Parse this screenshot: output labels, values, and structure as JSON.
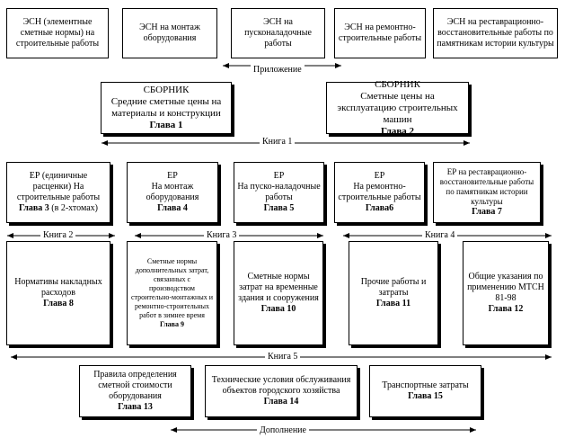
{
  "row1": [
    {
      "text": "ЭСН (элементные сметные нормы) на строительные работы"
    },
    {
      "text": "ЭСН на монтаж оборудования"
    },
    {
      "text": "ЭСН на пусконаладочные работы"
    },
    {
      "text": "ЭСН на ремонтно-строительные работы"
    },
    {
      "text": "ЭСН на реставрационно-восстановительные работы по памятникам истории культуры"
    }
  ],
  "labels": {
    "appendix": "Приложение",
    "book1": "Книга 1",
    "book2": "Книга 2",
    "book3": "Книга 3",
    "book4": "Книга 4",
    "book5": "Книга 5",
    "supplement": "Дополнение"
  },
  "row2": [
    {
      "title": "СБОРНИК",
      "text": "Средние сметные цены на материалы и конструкции",
      "chapter": "Глава 1"
    },
    {
      "title": "СБОРНИК",
      "text": "Сметные цены на эксплуатацию строительных машин",
      "chapter": "Глава 2"
    }
  ],
  "row3": [
    {
      "text": "ЕР (единичные расценки) На строительные работы",
      "chapter": "Глава 3",
      "extra": " (в 2-хтомах)"
    },
    {
      "title": "ЕР",
      "text": "На монтаж оборудования",
      "chapter": "Глава 4"
    },
    {
      "title": "ЕР",
      "text": "На пуско-наладочные работы",
      "chapter": "Глава 5"
    },
    {
      "title": "ЕР",
      "text": "На ремонтно-строительные работы",
      "chapter": "Глава6"
    },
    {
      "text": "ЕР на реставрационно-восстановительные работы по памятникам истории культуры",
      "chapter": "Глава 7"
    }
  ],
  "row4": [
    {
      "text": "Нормативы накладных расходов",
      "chapter": "Глава 8"
    },
    {
      "text": "Сметные нормы дополнительных затрат, связанных с производством строительно-монтажных и ремонтно-строительных работ в зимнее время",
      "chapter": "Глава 9"
    },
    {
      "text": "Сметные нормы затрат на временные здания и сооружения",
      "chapter": "Глава 10"
    },
    {
      "text": "Прочие работы и затраты",
      "chapter": "Глава 11"
    },
    {
      "text": "Общие указания по применению МТСН 81-98",
      "chapter": "Глава 12"
    }
  ],
  "row5": [
    {
      "text": "Правила определения сметной стоимости оборудования",
      "chapter": "Глава 13"
    },
    {
      "text": "Технические условия обслуживания объектов городского хозяйства",
      "chapter": "Глава 14"
    },
    {
      "text": "Транспортные затраты",
      "chapter": "Глава 15"
    }
  ]
}
